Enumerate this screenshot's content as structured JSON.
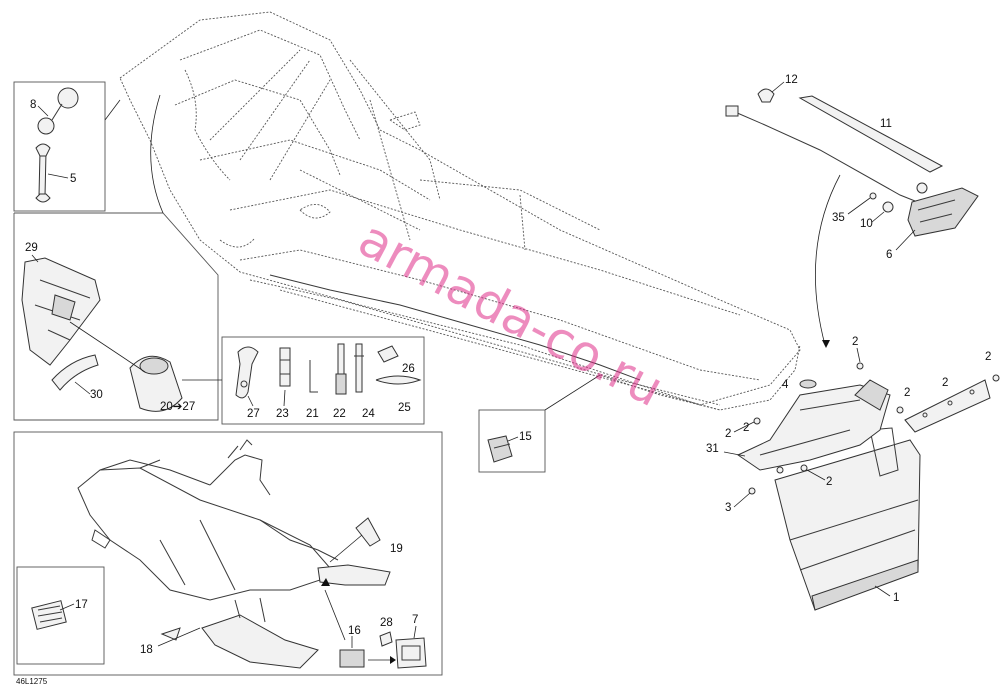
{
  "diagram": {
    "figure_code": "46L1275",
    "watermark": "armada-co.ru",
    "callouts": {
      "c1": "1",
      "c2a": "2",
      "c2b": "2",
      "c2c": "2",
      "c2d": "2",
      "c2e": "2",
      "c2f": "2",
      "c3": "3",
      "c4": "4",
      "c5": "5",
      "c6": "6",
      "c7": "7",
      "c8": "8",
      "c10": "10",
      "c11": "11",
      "c12": "12",
      "c15": "15",
      "c16": "16",
      "c17": "17",
      "c18": "18",
      "c19": "19",
      "c20": "20➔27",
      "c21": "21",
      "c22": "22",
      "c23": "23",
      "c24": "24",
      "c25": "25",
      "c26": "26",
      "c27": "27",
      "c28": "28",
      "c29": "29",
      "c30": "30",
      "c31": "31",
      "c35": "35"
    }
  }
}
